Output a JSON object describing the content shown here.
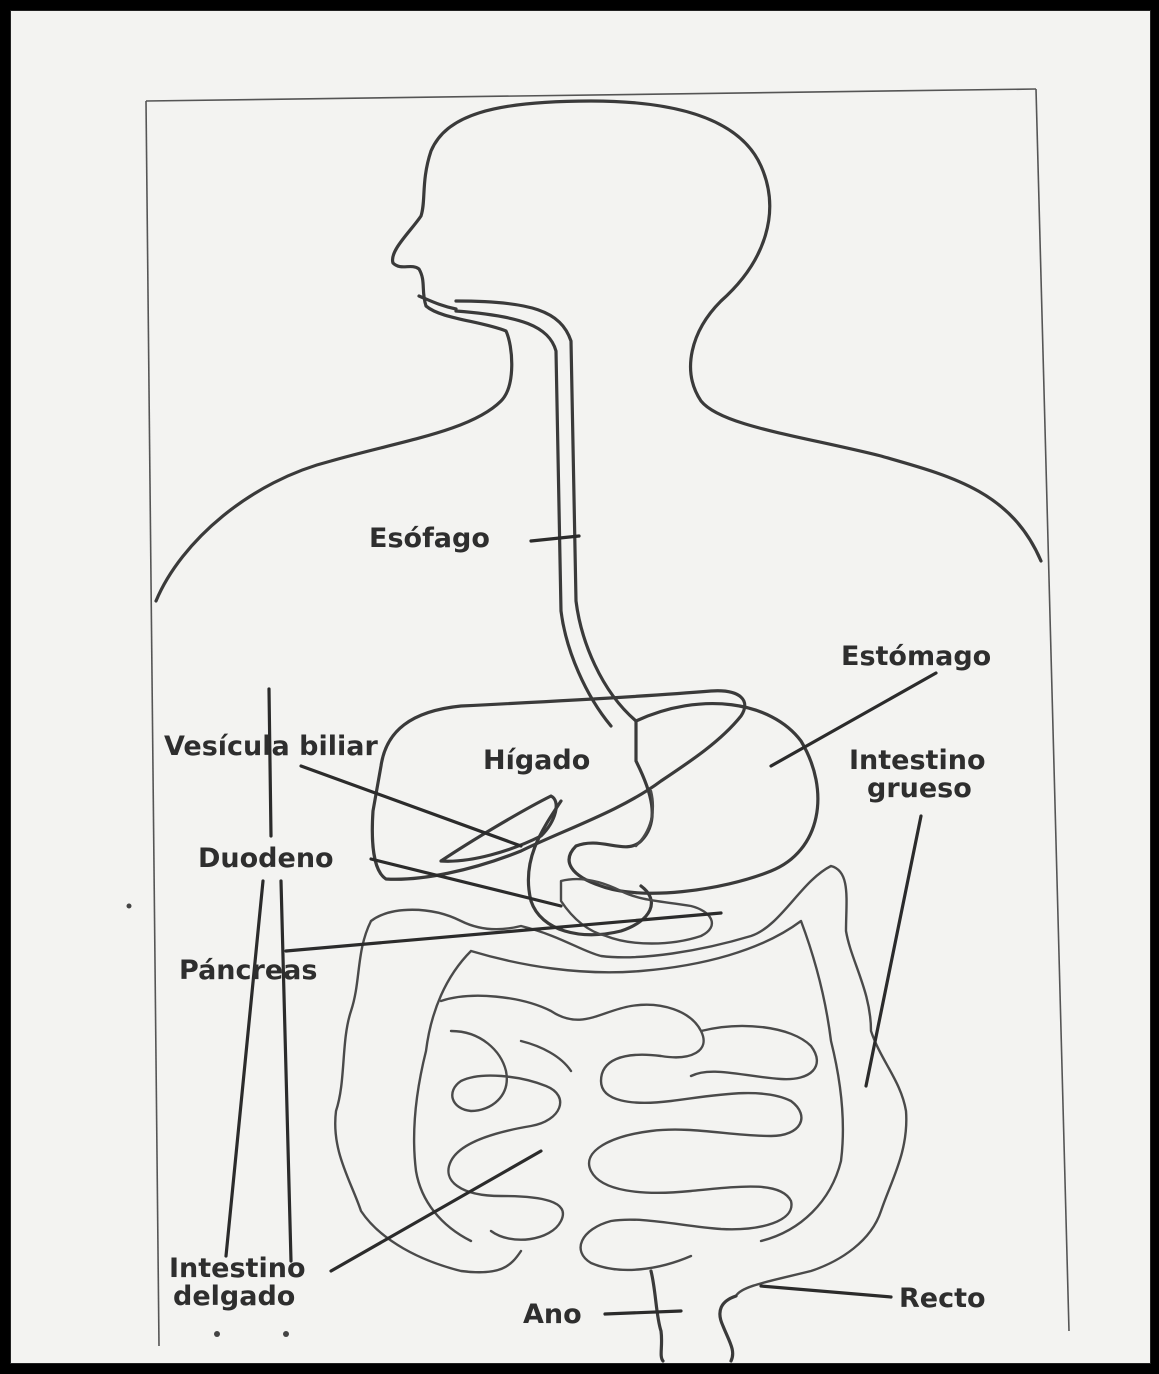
{
  "diagram": {
    "labels": {
      "esofago": "Esófago",
      "estomago": "Estómago",
      "vesicula": "Vesícula biliar",
      "higado": "Hígado",
      "intestino_grueso_1": "Intestino",
      "intestino_grueso_2": "grueso",
      "duodeno": "Duodeno",
      "pancreas": "Páncreas",
      "intestino_delgado_1": "Intestino",
      "intestino_delgado_2": "delgado",
      "ano": "Ano",
      "recto": "Recto"
    }
  }
}
